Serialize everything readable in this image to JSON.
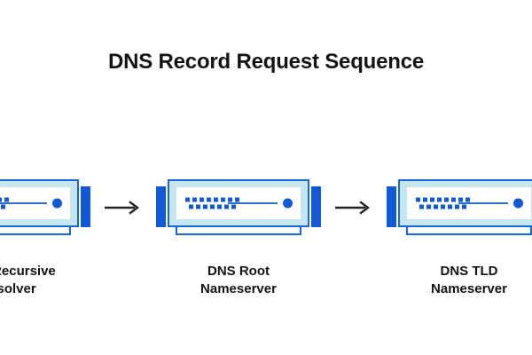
{
  "title": "DNS Record Request Sequence",
  "colors": {
    "background": "#ffffff",
    "title_text": "#141414",
    "label_text": "#141414",
    "icon_blue": "#1059db",
    "icon_border": "#1767e0",
    "icon_body": "#c5e6ef",
    "icon_panel": "#ffffff",
    "status_line": "#2f6fd0",
    "arrow": "#262626"
  },
  "sequence": {
    "nodes": [
      {
        "id": "dns-recursive-resolver",
        "label": "DNS Recursive\nResolver",
        "icon": "server-icon",
        "clipped": "left"
      },
      {
        "id": "dns-root-nameserver",
        "label": "DNS Root\nNameserver",
        "icon": "server-icon",
        "clipped": "none"
      },
      {
        "id": "dns-tld-nameserver",
        "label": "DNS TLD\nNameserver",
        "icon": "server-icon",
        "clipped": "none"
      },
      {
        "id": "dns-authoritative-nameserver",
        "label": "",
        "icon": "server-icon",
        "clipped": "right"
      }
    ],
    "connectors": [
      {
        "id": "arrow-1",
        "icon": "arrow-right-icon",
        "from": "dns-recursive-resolver",
        "to": "dns-root-nameserver"
      },
      {
        "id": "arrow-2",
        "icon": "arrow-right-icon",
        "from": "dns-root-nameserver",
        "to": "dns-tld-nameserver"
      },
      {
        "id": "arrow-3",
        "icon": "arrow-right-icon",
        "from": "dns-tld-nameserver",
        "to": "dns-authoritative-nameserver"
      }
    ]
  },
  "icon_detail": {
    "vent_rows": [
      8,
      7
    ],
    "has_status_line": true,
    "has_status_led": true,
    "has_side_tabs": true,
    "has_drawer": true
  }
}
